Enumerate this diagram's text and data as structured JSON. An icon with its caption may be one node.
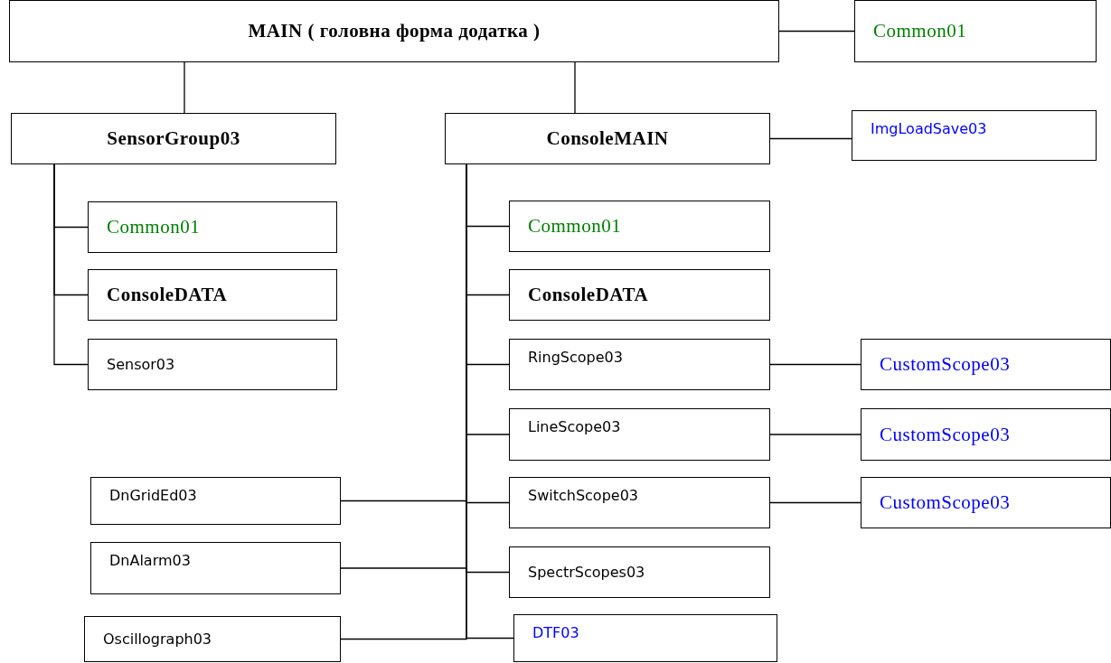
{
  "diagram": {
    "nodes": [
      {
        "text": [
          "MAIN ( головна форма додатка )"
        ]
      },
      {
        "text": [
          "Common01"
        ]
      },
      {
        "text": [
          "SensorGroup03"
        ]
      },
      {
        "text": [
          "ConsoleMAIN"
        ]
      },
      {
        "text": [
          "ImgLoadSave03"
        ]
      },
      {
        "text": [
          "Common01"
        ]
      },
      {
        "text": [
          "ConsoleDATA"
        ]
      },
      {
        "text": [
          "Sensor03"
        ]
      },
      {
        "text": [
          "Common01"
        ]
      },
      {
        "text": [
          "ConsoleDATA"
        ]
      },
      {
        "text": [
          "RingScope03"
        ]
      },
      {
        "text": [
          "CustomScope03"
        ]
      },
      {
        "text": [
          "LineScope03"
        ]
      },
      {
        "text": [
          "CustomScope03"
        ]
      },
      {
        "text": [
          "DnGridEd03"
        ]
      },
      {
        "text": [
          "SwitchScope03"
        ]
      },
      {
        "text": [
          "CustomScope03"
        ]
      },
      {
        "text": [
          "DnAlarm03"
        ]
      },
      {
        "text": [
          "SpectrScopes03"
        ]
      },
      {
        "text": [
          "Oscillograph03"
        ]
      },
      {
        "text": [
          "DTF03"
        ]
      }
    ],
    "edges": [
      {
        "from": 0,
        "to": 1,
        "arrow": "none"
      },
      {
        "from": 0,
        "to": 2,
        "arrow": "none"
      },
      {
        "from": 0,
        "to": 3,
        "arrow": "none"
      },
      {
        "from": 3,
        "to": 4,
        "arrow": "none"
      },
      {
        "from": 2,
        "to": 5,
        "arrow": "none"
      },
      {
        "from": 2,
        "to": 6,
        "arrow": "none"
      },
      {
        "from": 2,
        "to": 7,
        "arrow": "none"
      },
      {
        "from": 3,
        "to": 8,
        "arrow": "none"
      },
      {
        "from": 3,
        "to": 9,
        "arrow": "none"
      },
      {
        "from": 3,
        "to": 10,
        "arrow": "none"
      },
      {
        "from": 3,
        "to": 12,
        "arrow": "none"
      },
      {
        "from": 3,
        "to": 15,
        "arrow": "none"
      },
      {
        "from": 3,
        "to": 18,
        "arrow": "none"
      },
      {
        "from": 3,
        "to": 20,
        "arrow": "none"
      },
      {
        "from": 3,
        "to": 14,
        "arrow": "none"
      },
      {
        "from": 3,
        "to": 17,
        "arrow": "none"
      },
      {
        "from": 3,
        "to": 19,
        "arrow": "none"
      },
      {
        "from": 10,
        "to": 11,
        "arrow": "none"
      },
      {
        "from": 12,
        "to": 13,
        "arrow": "none"
      },
      {
        "from": 15,
        "to": 16,
        "arrow": "none"
      }
    ]
  }
}
